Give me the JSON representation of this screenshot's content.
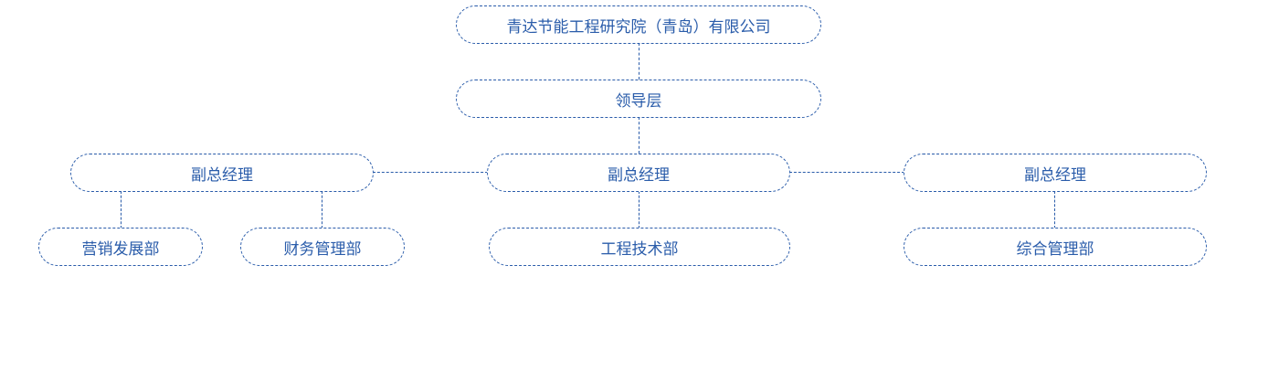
{
  "org_chart": {
    "company": "青达节能工程研究院（青岛）有限公司",
    "leadership": "领导层",
    "vp_left": "副总经理",
    "vp_center": "副总经理",
    "vp_right": "副总经理",
    "dept_marketing": "营销发展部",
    "dept_finance": "财务管理部",
    "dept_engineering": "工程技术部",
    "dept_general": "综合管理部"
  },
  "colors": {
    "line": "#2a5caa",
    "text": "#2a5caa"
  }
}
